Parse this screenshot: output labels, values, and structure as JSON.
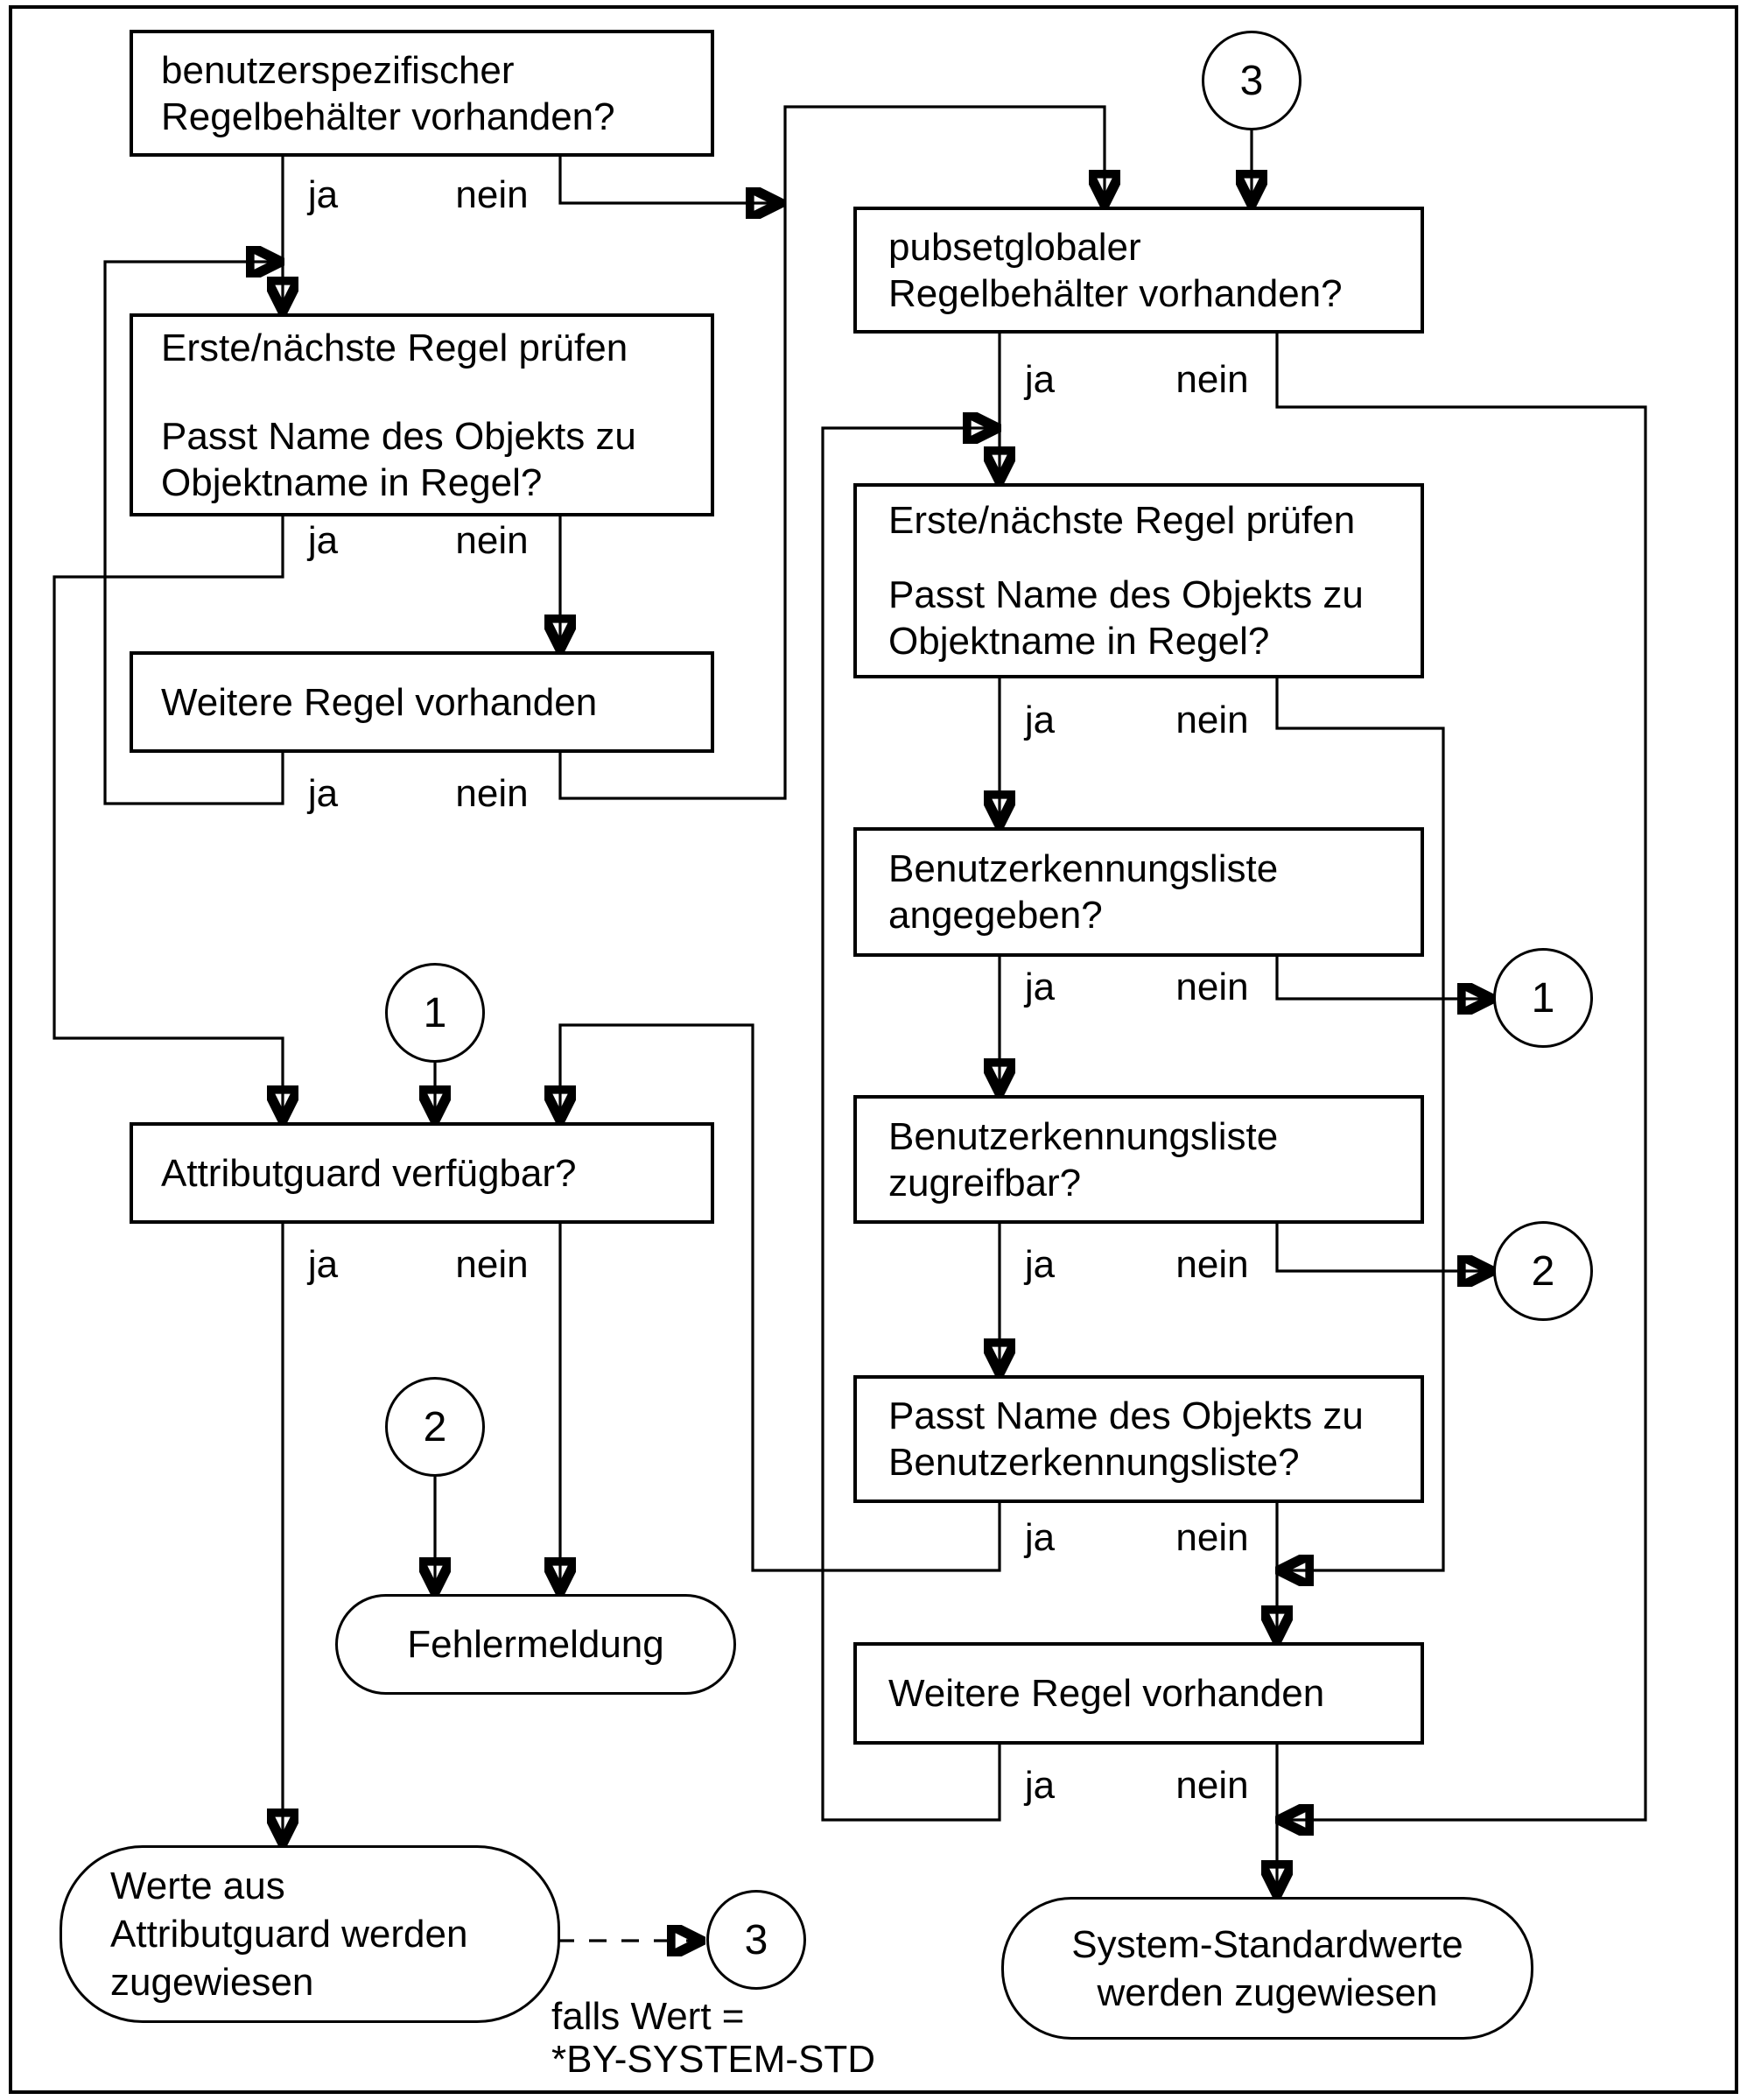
{
  "colors": {
    "line": "#000000",
    "background": "#ffffff"
  },
  "labels": {
    "yes": "ja",
    "no": "nein"
  },
  "connectors": {
    "one": "1",
    "two": "2",
    "three": "3"
  },
  "nodes": {
    "user_container": {
      "lines": [
        "benutzerspezifischer",
        "Regelbehälter vorhanden?"
      ]
    },
    "check_rule_left": {
      "lines": [
        "Erste/nächste Regel prüfen",
        "Passt Name des Objekts zu",
        "Objektname in Regel?"
      ]
    },
    "more_rules_left": {
      "lines": [
        "Weitere Regel vorhanden"
      ]
    },
    "attributguard_available": {
      "lines": [
        "Attributguard verfügbar?"
      ]
    },
    "error_message": {
      "lines": [
        "Fehlermeldung"
      ]
    },
    "values_from_attributguard": {
      "lines": [
        "Werte aus",
        "Attributguard werden",
        "zugewiesen"
      ]
    },
    "pubset_container": {
      "lines": [
        "pubsetglobaler",
        "Regelbehälter vorhanden?"
      ]
    },
    "check_rule_right": {
      "lines": [
        "Erste/nächste Regel prüfen",
        "Passt Name des Objekts zu",
        "Objektname in Regel?"
      ]
    },
    "userid_list_specified": {
      "lines": [
        "Benutzerkennungsliste",
        "angegeben?"
      ]
    },
    "userid_list_accessible": {
      "lines": [
        "Benutzerkennungsliste",
        "zugreifbar?"
      ]
    },
    "object_matches_list": {
      "lines": [
        "Passt Name des Objekts zu",
        "Benutzerkennungsliste?"
      ]
    },
    "more_rules_right": {
      "lines": [
        "Weitere Regel vorhanden"
      ]
    },
    "system_defaults": {
      "lines": [
        "System-Standardwerte",
        "werden zugewiesen"
      ]
    }
  },
  "annotations": {
    "dashed_condition_line1": "falls Wert =",
    "dashed_condition_line2": "*BY-SYSTEM-STD"
  }
}
